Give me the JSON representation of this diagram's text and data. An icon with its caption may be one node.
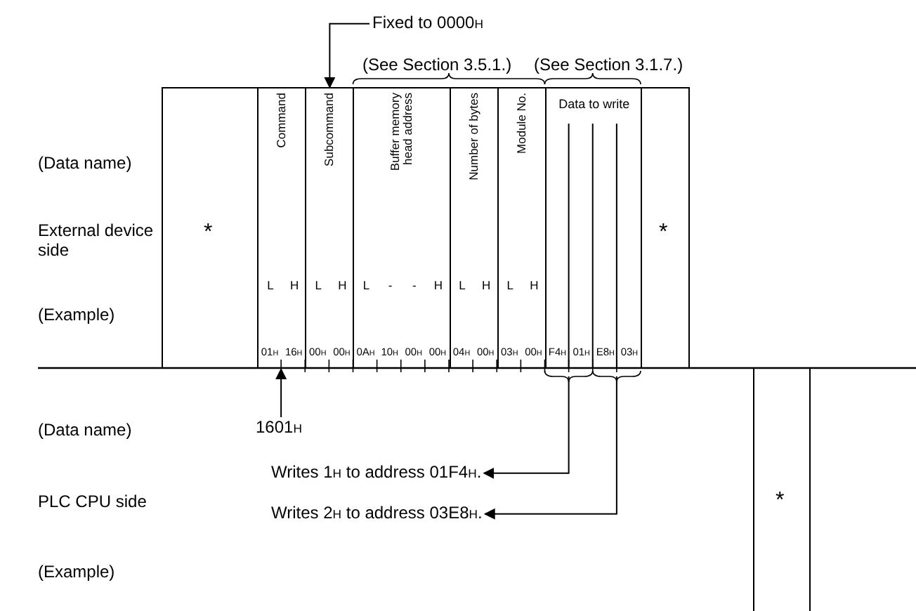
{
  "diagram": {
    "nodes": [
      {
        "text": [
          "*"
        ]
      },
      {
        "text": [
          "Command",
          "L",
          "H",
          "01$_{H}$",
          "16$_{H}$"
        ]
      },
      {
        "text": [
          "Subcommand",
          "L",
          "H",
          "00$_{H}$",
          "00$_{H}$"
        ]
      },
      {
        "text": [
          "Buffer memory head address",
          "L",
          "-",
          "-",
          "H",
          "0A$_{H}$",
          "10$_{H}$",
          "00$_{H}$",
          "00$_{H}$"
        ]
      },
      {
        "text": [
          "Number of bytes",
          "L",
          "H",
          "04$_{H}$",
          "00$_{H}$"
        ]
      },
      {
        "text": [
          "Module No.",
          "L",
          "H",
          "03$_{H}$",
          "00$_{H}$"
        ]
      },
      {
        "text": [
          "Data to write",
          "F4$_{H}$",
          "01$_{H}$",
          "E8$_{H}$",
          "03$_{H}$"
        ]
      },
      {
        "text": [
          "*"
        ]
      },
      {
        "text": [
          "*"
        ]
      },
      {
        "text": [
          "Fixed to 0000$_{H}$"
        ]
      },
      {
        "text": [
          "1601$_{H}$"
        ]
      },
      {
        "text": [
          "Writes 1$_{H}$ to address 01F4$_{H}$."
        ]
      },
      {
        "text": [
          "Writes 2$_{H}$ to address 03E8$_{H}$."
        ]
      }
    ],
    "edges": [
      {
        "from": 9,
        "to": 2,
        "arrow": "to"
      },
      {
        "from": 10,
        "to": 1,
        "arrow": "to"
      },
      {
        "from": 6,
        "to": 11,
        "arrow": "to"
      },
      {
        "from": 6,
        "to": 12,
        "arrow": "to"
      }
    ],
    "labels": [
      "(See Section 3.5.1.)",
      "(See Section 3.1.7.)",
      "(Data name)",
      "External device side",
      "(Example)",
      "(Data name)",
      "PLC CPU side",
      "(Example)"
    ]
  }
}
